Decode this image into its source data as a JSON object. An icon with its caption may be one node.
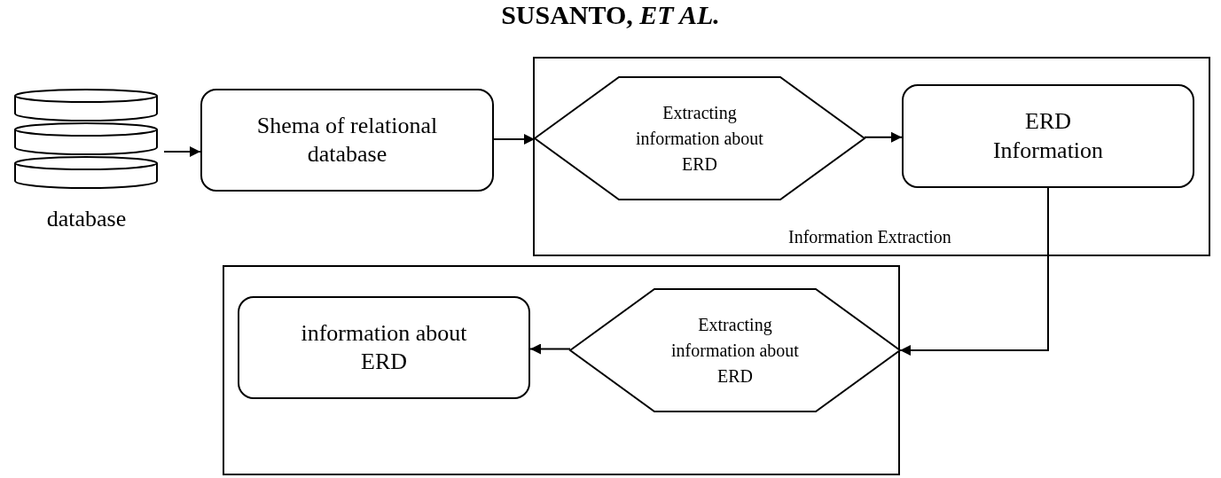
{
  "diagram": {
    "nodes": [
      {
        "text": [
          "database"
        ]
      },
      {
        "text": [
          "Shema of relational database"
        ]
      },
      {
        "text": [
          "Information Extraction"
        ]
      },
      {
        "text": [
          "Extracting information about ERD"
        ],
        "in": 2
      },
      {
        "text": [
          "ERD Information"
        ],
        "in": 2
      },
      {
        "text": [],
        "shape": "box"
      },
      {
        "text": [
          "Extracting information about ERD"
        ],
        "in": 5
      },
      {
        "text": [
          "information about ERD"
        ],
        "in": 5
      }
    ],
    "edges": [
      {
        "from": 0,
        "to": 1,
        "arrow": "to"
      },
      {
        "from": 1,
        "to": 3,
        "arrow": "to"
      },
      {
        "from": 3,
        "to": 4,
        "arrow": "to"
      },
      {
        "from": 4,
        "to": 6,
        "arrow": "to"
      },
      {
        "from": 6,
        "to": 7,
        "arrow": "to"
      }
    ],
    "labels": [
      "SUSANTO, *ET AL.*"
    ]
  }
}
